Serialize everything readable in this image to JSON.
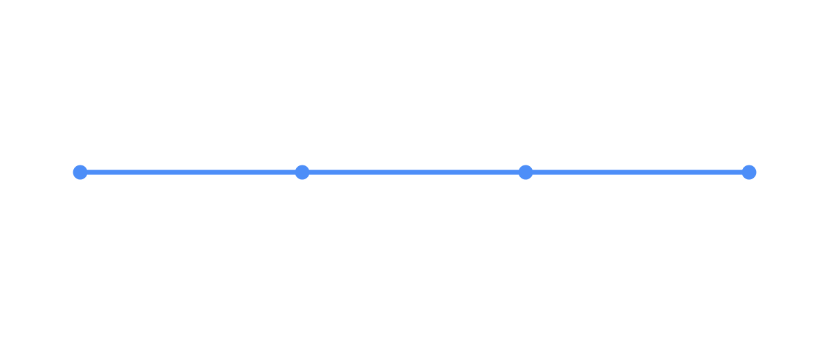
{
  "chart_data": {
    "type": "line",
    "title": "",
    "xlabel": "",
    "ylabel": "",
    "x": [
      0,
      1,
      2,
      3
    ],
    "series": [
      {
        "values": [
          0,
          0,
          0,
          0
        ],
        "color": "#4d8ef8"
      }
    ],
    "grid": false,
    "legend": "none"
  },
  "colors": {
    "background": "#ffffff",
    "series": "#4d8ef8"
  }
}
